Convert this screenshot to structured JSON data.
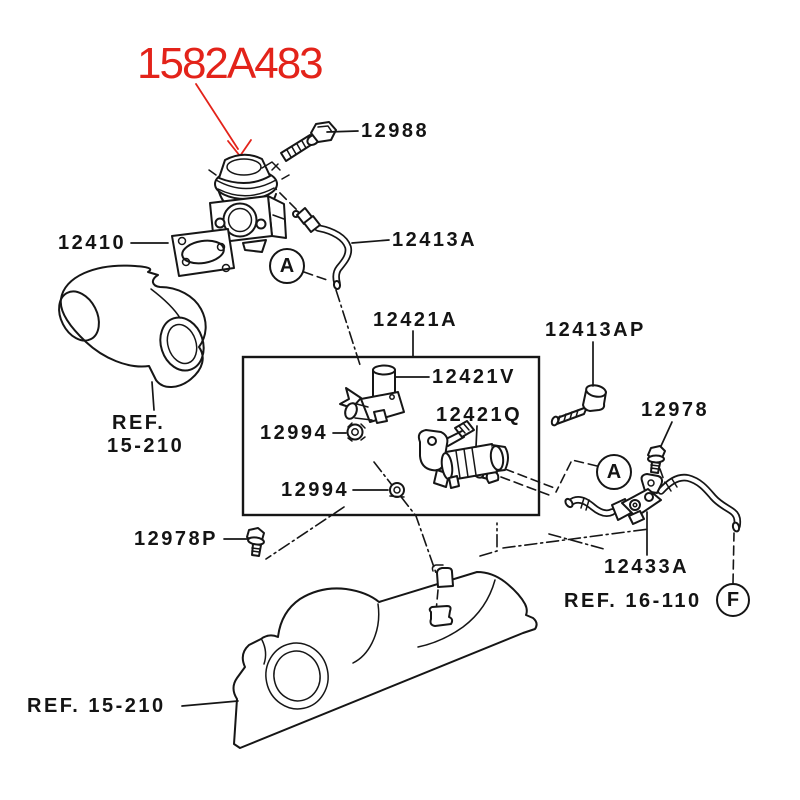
{
  "diagram": {
    "type": "engine-parts-exploded-diagram",
    "highlighted_part_number": "1582A483",
    "accent_color": "#e3231a",
    "line_color": "#161616",
    "background_color": "#ffffff",
    "labels": {
      "highlight": "1582A483",
      "bolt_top": "12988",
      "gasket": "12410",
      "pipe": "12413A",
      "solenoid_assembly": "12421A",
      "pin": "12413AP",
      "solenoid_valve_v": "12421V",
      "solenoid_valve_q": "12421Q",
      "nut_upper": "12994",
      "nut_lower": "12994",
      "bolt_right": "12978",
      "bolt_left": "12978P",
      "hose_assembly": "12433A",
      "ref_mid_line1": "REF.",
      "ref_mid_line2": "15-210",
      "ref_bottom": "REF. 15-210",
      "ref_right": "REF. 16-110",
      "balloon_a_top": "A",
      "balloon_a_right": "A",
      "balloon_f": "F"
    }
  }
}
